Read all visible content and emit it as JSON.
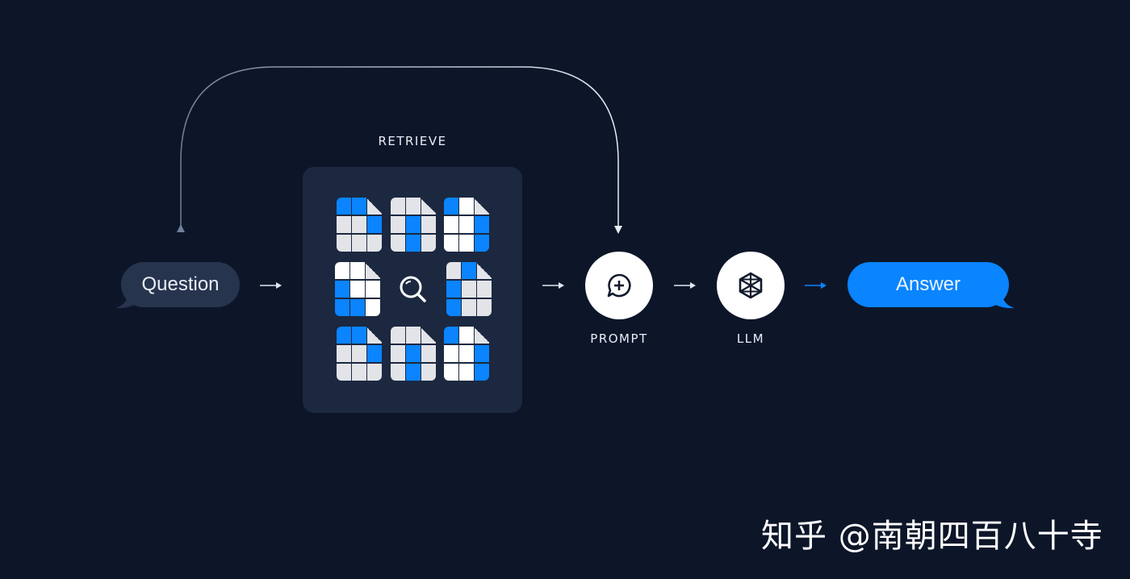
{
  "diagram": {
    "title": "RAG pipeline",
    "nodes": {
      "question": {
        "label": "Question"
      },
      "retrieve": {
        "label": "RETRIEVE"
      },
      "prompt": {
        "label": "PROMPT"
      },
      "llm": {
        "label": "LLM"
      },
      "answer": {
        "label": "Answer"
      }
    },
    "edges": [
      {
        "from": "question",
        "to": "retrieve"
      },
      {
        "from": "retrieve",
        "to": "prompt"
      },
      {
        "from": "prompt",
        "to": "llm"
      },
      {
        "from": "llm",
        "to": "answer"
      },
      {
        "from": "question",
        "to": "prompt",
        "style": "curved-bypass"
      }
    ],
    "icons": {
      "retrieve_center": "search-icon",
      "prompt": "chat-plus-icon",
      "llm": "hexagon-cube-icon"
    },
    "documents": [
      {
        "pattern": [
          "B",
          "B",
          "F",
          "G",
          "G",
          "B",
          "G",
          "G",
          "G"
        ]
      },
      {
        "pattern": [
          "G",
          "G",
          "F",
          "G",
          "B",
          "G",
          "G",
          "B",
          "G"
        ]
      },
      {
        "pattern": [
          "B",
          "W",
          "F",
          "W",
          "W",
          "B",
          "W",
          "W",
          "B"
        ]
      },
      {
        "pattern": [
          "W",
          "W",
          "F",
          "B",
          "W",
          "W",
          "B",
          "B",
          "W"
        ]
      },
      {
        "pattern": [
          "G",
          "B",
          "F",
          "B",
          "G",
          "G",
          "B",
          "G",
          "G"
        ]
      },
      {
        "pattern": [
          "B",
          "B",
          "F",
          "G",
          "G",
          "B",
          "G",
          "G",
          "G"
        ]
      },
      {
        "pattern": [
          "G",
          "G",
          "F",
          "G",
          "B",
          "G",
          "G",
          "B",
          "G"
        ]
      },
      {
        "pattern": [
          "B",
          "W",
          "F",
          "W",
          "W",
          "B",
          "W",
          "W",
          "B"
        ]
      }
    ]
  },
  "colors": {
    "background": "#0d1629",
    "panel": "#1b2840",
    "question_bubble": "#27344d",
    "accent_blue": "#0a84ff",
    "doc_gray": "#e3e4e8",
    "doc_white": "#ffffff"
  },
  "watermark": {
    "text": "知乎 @南朝四百八十寺"
  }
}
